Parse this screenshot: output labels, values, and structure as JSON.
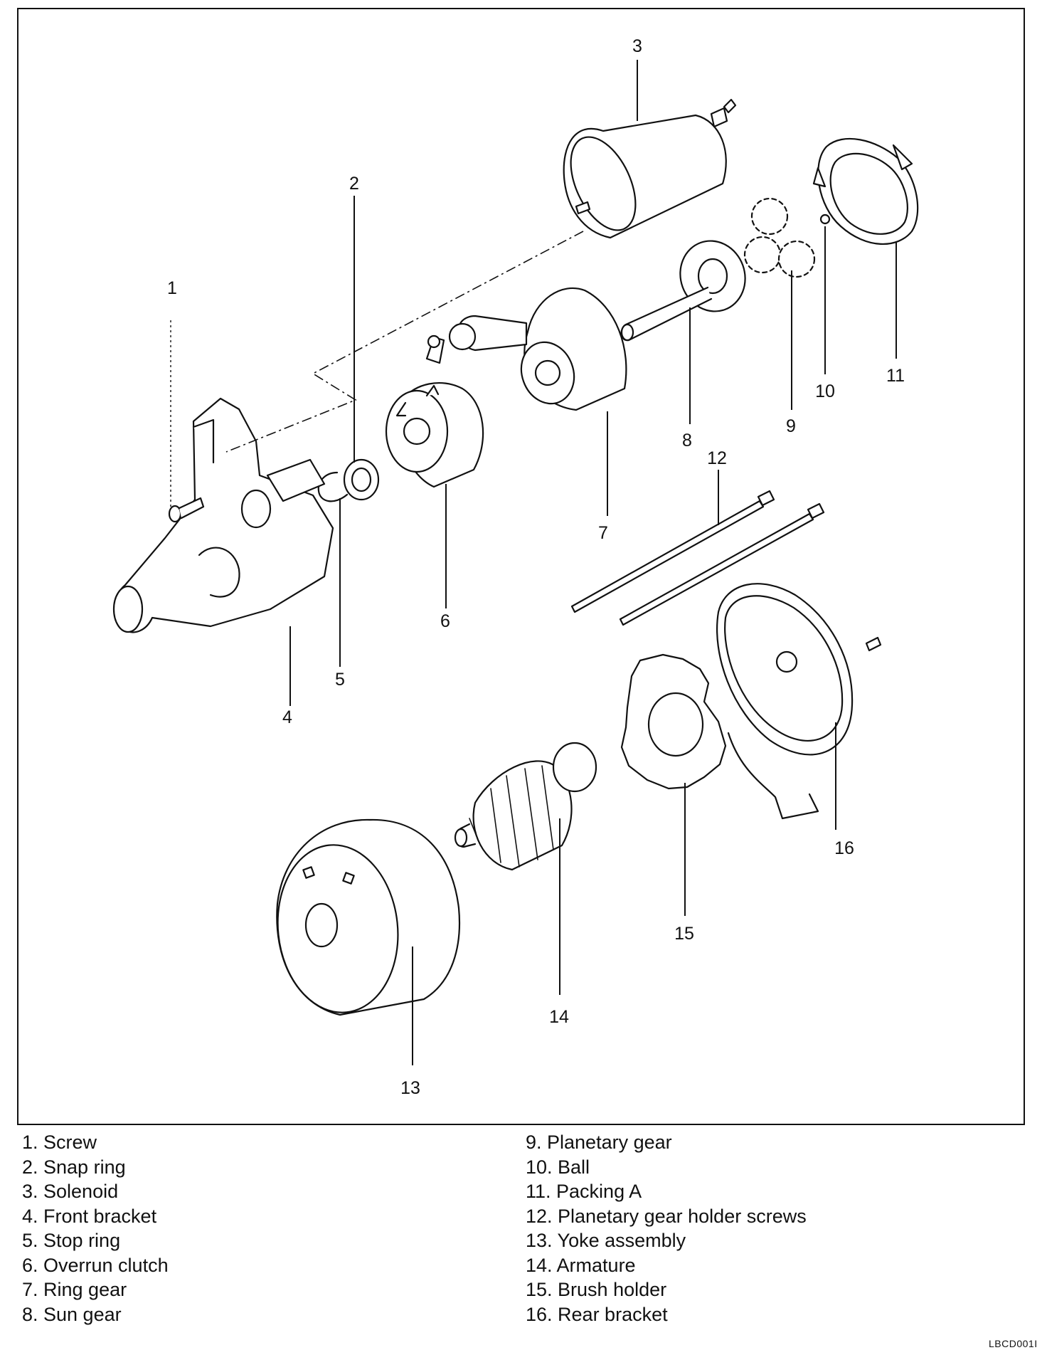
{
  "callouts": {
    "c1": "1",
    "c2": "2",
    "c3": "3",
    "c4": "4",
    "c5": "5",
    "c6": "6",
    "c7": "7",
    "c8": "8",
    "c9": "9",
    "c10": "10",
    "c11": "11",
    "c12": "12",
    "c13": "13",
    "c14": "14",
    "c15": "15",
    "c16": "16"
  },
  "legend": {
    "left": [
      "1. Screw",
      "2. Snap ring",
      "3. Solenoid",
      "4. Front bracket",
      "5. Stop ring",
      "6. Overrun clutch",
      "7. Ring gear",
      "8. Sun gear"
    ],
    "right": [
      "9. Planetary gear",
      "10. Ball",
      "11. Packing A",
      "12. Planetary gear holder screws",
      "13. Yoke assembly",
      "14. Armature",
      "15. Brush holder",
      "16. Rear bracket"
    ]
  },
  "figure_code": "LBCD001I"
}
